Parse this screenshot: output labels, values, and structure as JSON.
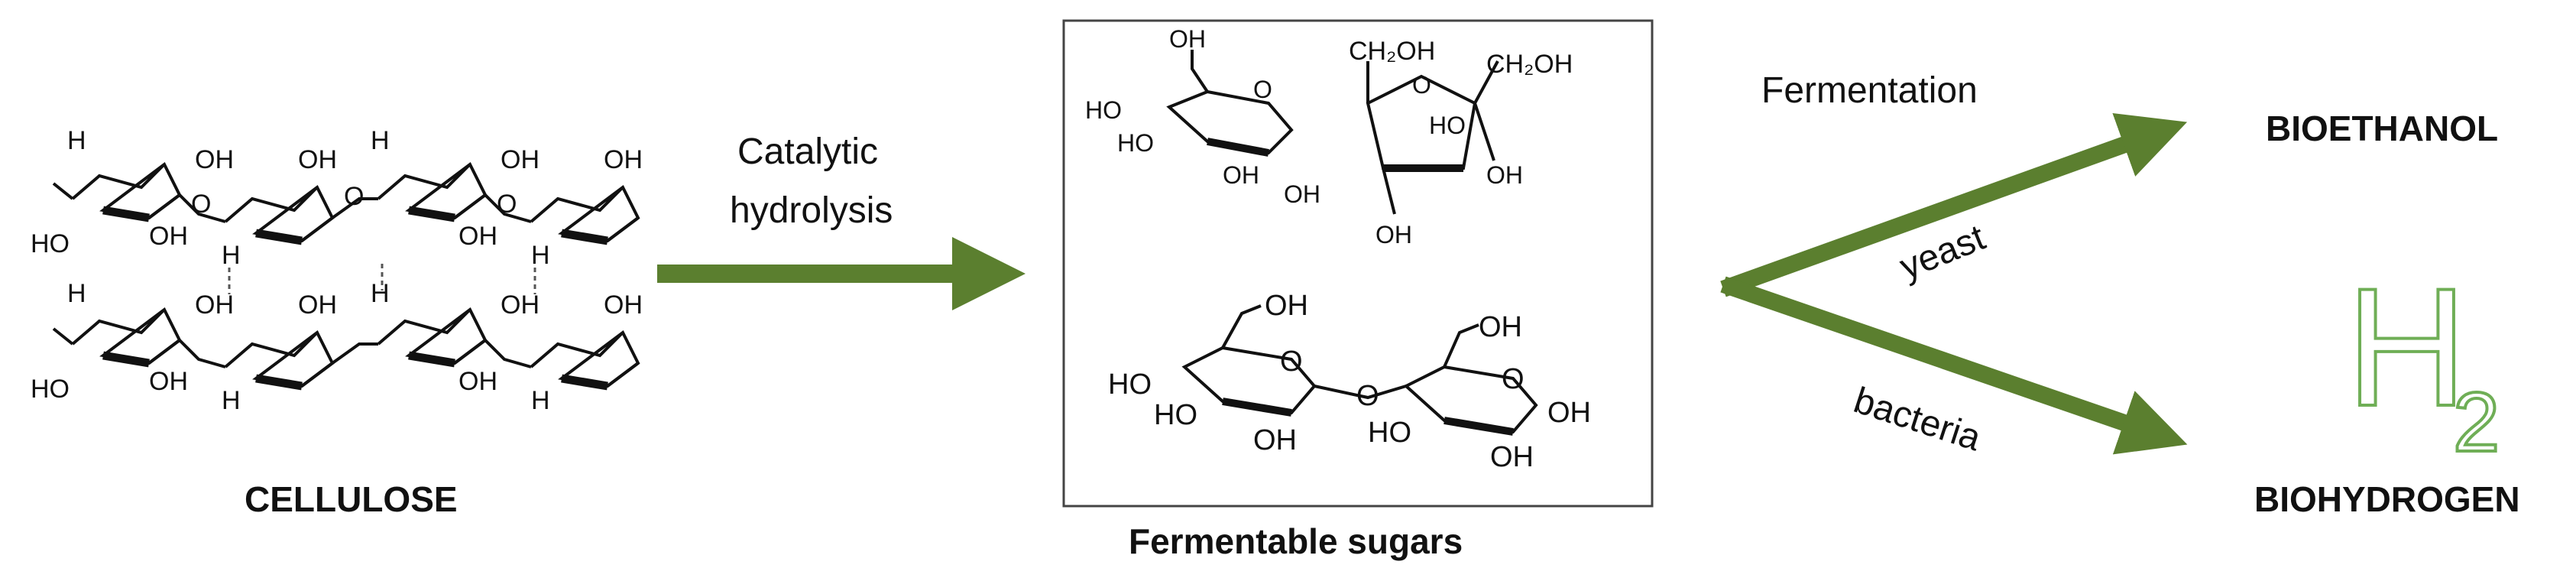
{
  "cellulose": {
    "label": "CELLULOSE",
    "atoms": {
      "oh": "OH",
      "ho": "HO",
      "o": "O",
      "h": "H"
    }
  },
  "step_hydrolysis": {
    "line1": "Catalytic",
    "line2": "hydrolysis"
  },
  "sugars": {
    "label": "Fermentable sugars",
    "fructose_groups": {
      "ch2oh": "CH₂OH",
      "ho": "HO",
      "oh": "OH",
      "o": "O"
    }
  },
  "fermentation": {
    "label": "Fermentation",
    "yeast": "yeast",
    "bacteria": "bacteria"
  },
  "products": {
    "bioethanol": "BIOETHANOL",
    "h2_symbol": "H",
    "h2_subscript": "2",
    "biohydrogen": "BIOHYDROGEN"
  },
  "colors": {
    "arrow": "#5b7f2f",
    "h2_outline": "#6fae56",
    "text": "#111111"
  }
}
